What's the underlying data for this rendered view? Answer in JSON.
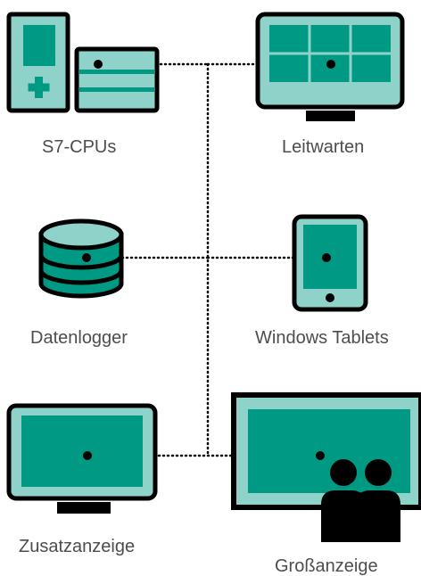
{
  "colors": {
    "teal": "#009a84",
    "light_teal": "#8fd2c9",
    "outline": "#000000",
    "text": "#4d4d4d",
    "background": "#ffffff"
  },
  "nodes": {
    "s7_cpus": {
      "label": "S7-CPUs",
      "icon": "plc-cpu-icon"
    },
    "leitwarten": {
      "label": "Leitwarten",
      "icon": "control-room-monitor-icon"
    },
    "datenlogger": {
      "label": "Datenlogger",
      "icon": "database-icon"
    },
    "windows_tablets": {
      "label": "Windows Tablets",
      "icon": "tablet-icon"
    },
    "zusatzanzeige": {
      "label": "Zusatzanzeige",
      "icon": "monitor-icon"
    },
    "grossanzeige": {
      "label": "Großanzeige",
      "icon": "large-display-audience-icon"
    }
  }
}
